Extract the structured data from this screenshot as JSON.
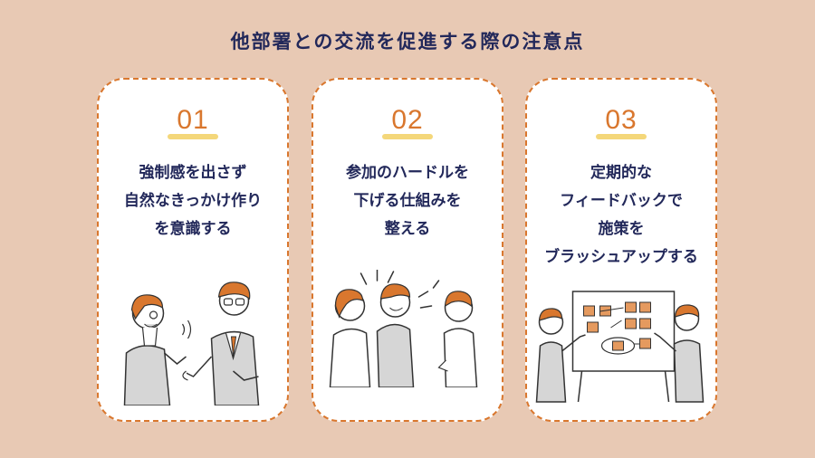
{
  "title": "他部署との交流を促進する際の注意点",
  "cards": [
    {
      "number": "01",
      "lines": [
        "強制感を出さず",
        "自然なきっかけ作り",
        "を意識する"
      ],
      "illustration": "two-people-greeting-illustration"
    },
    {
      "number": "02",
      "lines": [
        "参加のハードルを",
        "下げる仕組みを",
        "整える"
      ],
      "illustration": "three-people-chatting-illustration"
    },
    {
      "number": "03",
      "lines": [
        "定期的な",
        "フィードバックで",
        "施策を",
        "ブラッシュアップする"
      ],
      "illustration": "two-people-whiteboard-illustration"
    }
  ],
  "colors": {
    "background": "#e8c9b4",
    "accent": "#d9772e",
    "text": "#22285a",
    "highlight": "#f4d77a"
  }
}
